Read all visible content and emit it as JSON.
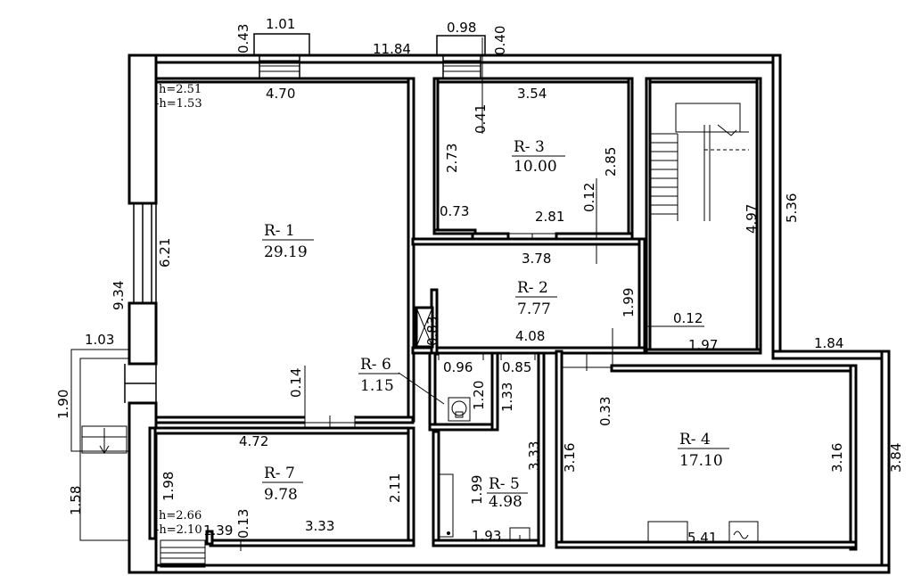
{
  "rooms": {
    "r1": {
      "name": "R- 1",
      "area": "29.19"
    },
    "r2": {
      "name": "R- 2",
      "area": "7.77"
    },
    "r3": {
      "name": "R- 3",
      "area": "10.00"
    },
    "r4": {
      "name": "R- 4",
      "area": "17.10"
    },
    "r5": {
      "name": "R- 5",
      "area": "4.98"
    },
    "r6": {
      "name": "R- 6",
      "area": "1.15"
    },
    "r7": {
      "name": "R- 7",
      "area": "9.78"
    }
  },
  "heights": {
    "r1_h": "h=2.51",
    "r1_minus_h": "-h=1.53",
    "r7_h": "h=2.66",
    "r7_minus_h": "-h=2.10"
  },
  "dimensions": {
    "top_step_left_width": "1.01",
    "top_step_left_depth": "0.43",
    "top_total": "11.84",
    "top_step_right_width": "0.98",
    "top_step_right_depth": "0.40",
    "r1_top": "4.70",
    "r1_side": "6.21",
    "left_total": "9.34",
    "r1_door_offset": "0.14",
    "r3_top": "3.54",
    "r3_left": "2.73",
    "r3_right": "2.85",
    "r3_door_offset": "0.41",
    "r3_bottom_left": "0.73",
    "r3_bottom": "2.81",
    "r3_wall": "0.12",
    "r2_top": "3.78",
    "r2_bottom": "4.08",
    "r2_side": "1.99",
    "r2_left_small": "0.83",
    "stair_length": "4.97",
    "stair_wall": "0.12",
    "stair_bottom": "1.97",
    "right_total": "5.36",
    "ext_step": "1.84",
    "right_lower": "3.84",
    "r6_width": "0.96",
    "r6_depth": "1.20",
    "r5_top": "0.85",
    "r5_side_small": "1.33",
    "r5_right": "3.33",
    "r5_inner": "1.99",
    "r5_bottom": "1.93",
    "r4_left": "3.16",
    "r4_right": "3.16",
    "r4_offset": "0.33",
    "r4_bottom": "5.41",
    "porch_width": "1.03",
    "porch_depth": "1.90",
    "porch_lower": "1.58",
    "r7_top": "4.72",
    "r7_left": "1.98",
    "r7_right": "2.11",
    "r7_bottom": "3.33",
    "r7_step": "0.13",
    "r7_step_w": "1.39"
  }
}
